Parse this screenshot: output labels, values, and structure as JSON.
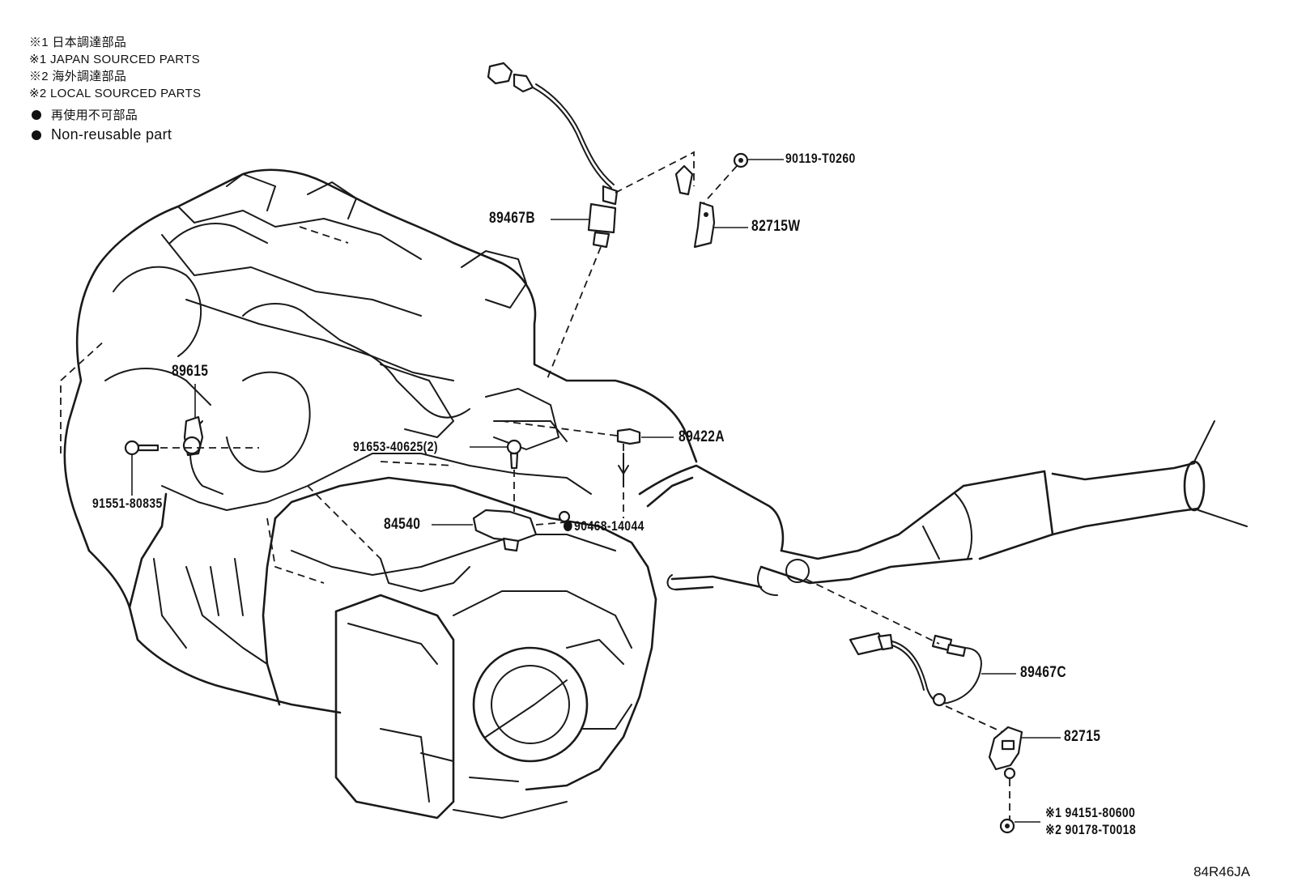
{
  "legend": {
    "note1_ja": "※1 日本調達部品",
    "note1_en": "※1 JAPAN SOURCED PARTS",
    "note2_ja": "※2 海外調達部品",
    "note2_en": "※2 LOCAL SOURCED PARTS",
    "nonreuse_ja": "再使用不可部品",
    "nonreuse_en": "Non-reusable part"
  },
  "parts": {
    "p90119": "90119-T0260",
    "p82715W": "82715W",
    "p89467B": "89467B",
    "p89615": "89615",
    "p91653": "91653-40625(2)",
    "p89422A": "89422A",
    "p91551": "91551-80835",
    "p84540": "84540",
    "p90468": "90468-14044",
    "p89467C": "89467C",
    "p82715": "82715",
    "p94151": "※1 94151-80600",
    "p90178": "※2 90178-T0018"
  },
  "diagram_code": "84R46JA"
}
